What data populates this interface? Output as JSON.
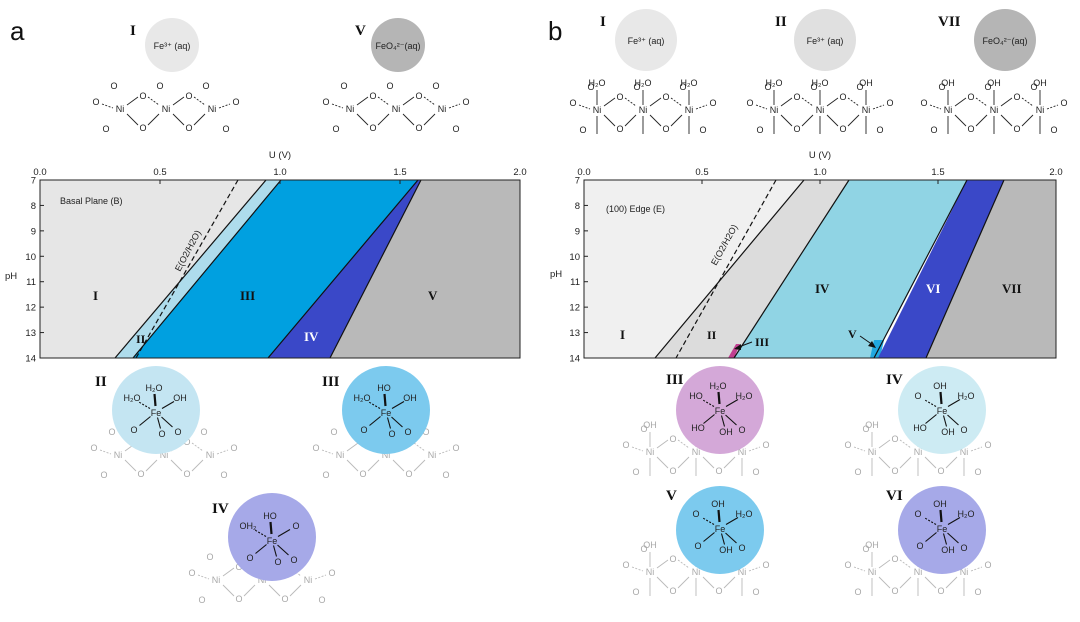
{
  "panels": [
    {
      "letter": "a",
      "plane_label": "Basal Plane (B)",
      "e_line_label": "E(O2/H2O)",
      "x_axis": {
        "label": "U (V)",
        "ticks": [
          "0.0",
          "0.5",
          "1.0",
          "1.5",
          "2.0"
        ]
      },
      "y_axis": {
        "label": "pH",
        "ticks": [
          "7",
          "8",
          "9",
          "10",
          "11",
          "12",
          "13",
          "14"
        ]
      },
      "regions": [
        {
          "label": "I",
          "color": "#e6e6e6"
        },
        {
          "label": "II",
          "color": "#aedcec"
        },
        {
          "label": "III",
          "color": "#00a0e0"
        },
        {
          "label": "IV",
          "color": "#3a48c8"
        },
        {
          "label": "V",
          "color": "#b9b9b9"
        }
      ],
      "top_species": [
        {
          "label": "I",
          "formula": "Fe³⁺ (aq)",
          "color": "#e8e8e8"
        },
        {
          "label": "V",
          "formula": "FeO₄²⁻(aq)",
          "color": "#b5b5b5"
        }
      ],
      "bottom_species": [
        {
          "label": "II",
          "color": "#c4e5f2",
          "ligands": [
            "H2O",
            "H2O",
            "OH",
            "O",
            "O",
            "O"
          ]
        },
        {
          "label": "III",
          "color": "#7ccaee",
          "ligands": [
            "HO",
            "H2O",
            "OH",
            "O",
            "O",
            "O"
          ]
        },
        {
          "label": "IV",
          "color": "#a6a9e8",
          "ligands": [
            "HO",
            "OH2",
            "O",
            "O",
            "O",
            "O"
          ]
        }
      ]
    },
    {
      "letter": "b",
      "plane_label": "(100) Edge (E)",
      "e_line_label": "E(O2/H2O)",
      "x_axis": {
        "label": "U (V)",
        "ticks": [
          "0.0",
          "0.5",
          "1.0",
          "1.5",
          "2.0"
        ]
      },
      "y_axis": {
        "label": "pH",
        "ticks": [
          "7",
          "8",
          "9",
          "10",
          "11",
          "12",
          "13",
          "14"
        ]
      },
      "regions": [
        {
          "label": "I",
          "color": "#f0f0f0"
        },
        {
          "label": "II",
          "color": "#dcdcdc"
        },
        {
          "label": "III",
          "color": "#c04090"
        },
        {
          "label": "IV",
          "color": "#90d4e4"
        },
        {
          "label": "V",
          "color": "#20a8e0"
        },
        {
          "label": "VI",
          "color": "#3a48c8"
        },
        {
          "label": "VII",
          "color": "#b9b9b9"
        }
      ],
      "top_species": [
        {
          "label": "I",
          "formula": "Fe³⁺ (aq)",
          "color": "#e8e8e8"
        },
        {
          "label": "II",
          "formula": "Fe³⁺ (aq)",
          "color": "#e0e0e0"
        },
        {
          "label": "VII",
          "formula": "FeO₄²⁻(aq)",
          "color": "#b5b5b5"
        }
      ],
      "bottom_species": [
        {
          "label": "III",
          "color": "#d4a8d8",
          "ligands": [
            "H2O",
            "HO",
            "H2O",
            "HO",
            "OH",
            "O"
          ]
        },
        {
          "label": "IV",
          "color": "#cdebf3",
          "ligands": [
            "OH",
            "O",
            "H2O",
            "HO",
            "OH",
            "O"
          ]
        },
        {
          "label": "V",
          "color": "#7ccaee",
          "ligands": [
            "OH",
            "O",
            "H2O",
            "O",
            "OH",
            "O"
          ]
        },
        {
          "label": "VI",
          "color": "#a6a9e8",
          "ligands": [
            "OH",
            "O",
            "H2O",
            "O",
            "OH",
            "O"
          ]
        }
      ]
    }
  ],
  "atoms": {
    "ni": "Ni",
    "fe": "Fe",
    "o": "O",
    "h2o": "H₂O",
    "oh": "OH",
    "ho": "HO",
    "oh2": "OH₂"
  }
}
